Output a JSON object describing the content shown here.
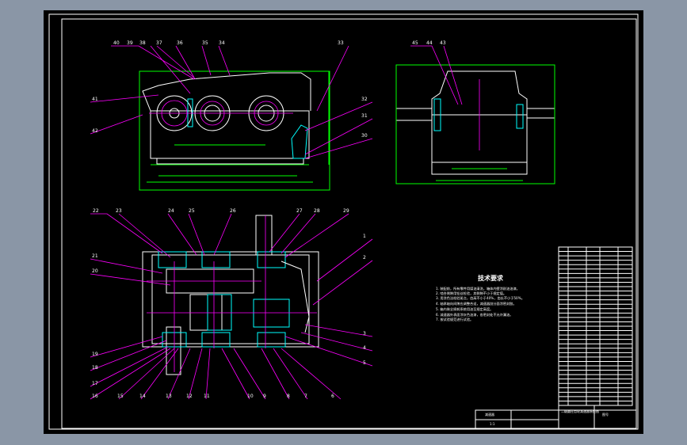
{
  "drawing": {
    "title": "二级圆柱齿轮减速器装配图",
    "part_labels": {
      "p1": "1",
      "p2": "2",
      "p3": "3",
      "p4": "4",
      "p5": "5",
      "p6": "6",
      "p7": "7",
      "p8": "8",
      "p9": "9",
      "p10": "10",
      "p11": "11",
      "p12": "12",
      "p13": "13",
      "p14": "14",
      "p15": "15",
      "p16": "16",
      "p17": "17",
      "p18": "18",
      "p19": "19",
      "p20": "20",
      "p21": "21",
      "p22": "22",
      "p23": "23",
      "p24": "24",
      "p25": "25",
      "p26": "26",
      "p27": "27",
      "p28": "28",
      "p29": "29",
      "p30": "30",
      "p31": "31",
      "p32": "32",
      "p33": "33",
      "p34": "34",
      "p35": "35",
      "p36": "36",
      "p37": "37",
      "p38": "38",
      "p39": "39",
      "p40": "40",
      "p41": "41",
      "p42": "42",
      "p43": "43",
      "p44": "44",
      "p45": "45"
    },
    "tech_requirements": {
      "heading": "技术要求",
      "items": [
        "1. 装配前，所有零件用煤油清洗，箱体内壁涂耐油油漆。",
        "2. 啮合侧隙用铅丝检验，其侧隙不小于规定值。",
        "3. 用涂色法检验斑点，齿高不小于40%，齿长不小于50%。",
        "4. 轴承轴向间隙应调整合适，减速器剖分面涂密封胶。",
        "5. 箱内装全损耗系统用油至规定高度。",
        "6. 减速器外表面涂灰色油漆，各密封处不允许漏油。",
        "7. 按试验规范进行试验。"
      ]
    },
    "title_block": {
      "name": "减速器",
      "scale": "1:1",
      "sheet": "图号"
    }
  },
  "colors": {
    "outline": "#ffffff",
    "dimension": "#00ff00",
    "leader": "#ff00ff",
    "section": "#00ffff",
    "background": "#000000",
    "frame_bg": "#8a96a6"
  }
}
